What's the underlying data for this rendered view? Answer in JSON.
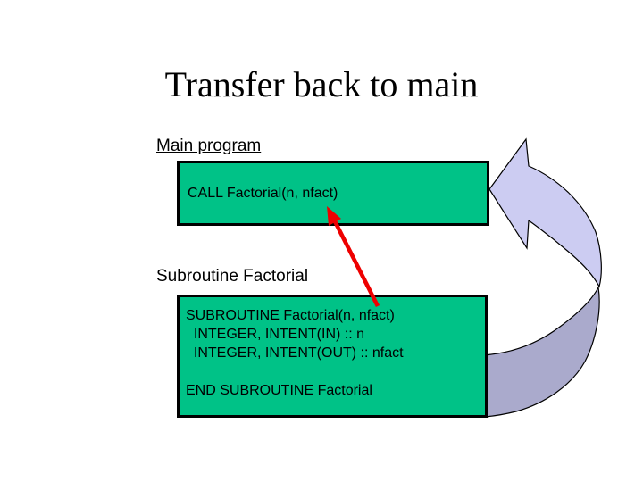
{
  "slide": {
    "title": "Transfer back to main",
    "main_program": {
      "label": "Main program",
      "code": "CALL Factorial(n, nfact)"
    },
    "subroutine": {
      "label": "Subroutine Factorial",
      "lines": [
        "SUBROUTINE Factorial(n, nfact)",
        "  INTEGER, INTENT(IN) :: n",
        "  INTEGER, INTENT(OUT) :: nfact",
        "",
        "END SUBROUTINE Factorial"
      ]
    },
    "icons": {
      "curved_return_arrow": "curved-return-arrow",
      "red_call_arrow": "red-up-arrow"
    },
    "colors": {
      "box_fill": "#00c287",
      "box_border": "#000000",
      "arrow_light": "#ccccf2",
      "arrow_dark": "#aaaacc",
      "red_arrow": "#ee0000",
      "text": "#000000"
    }
  }
}
